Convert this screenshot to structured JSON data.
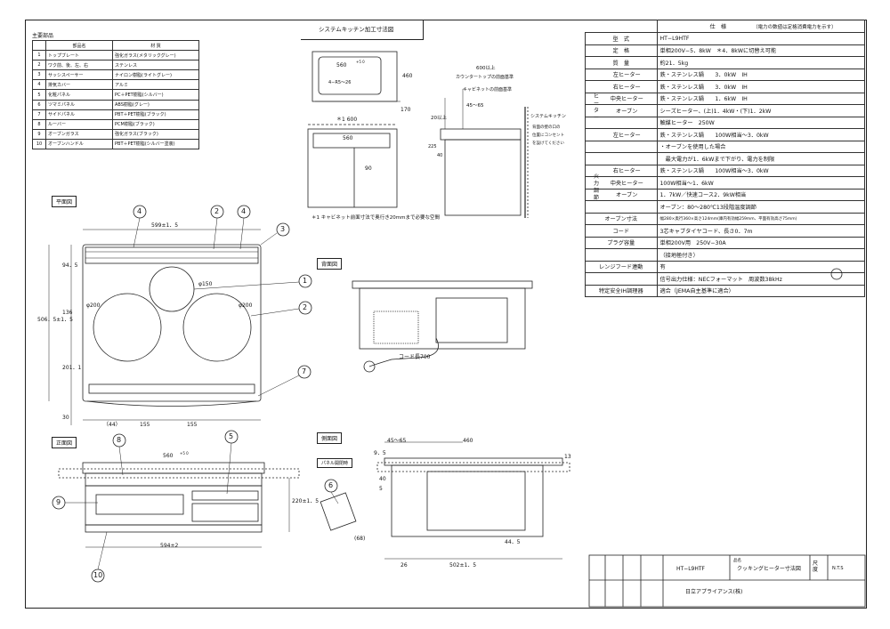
{
  "parts": {
    "title": "主要部品",
    "headers": [
      "",
      "部品名",
      "材 質"
    ],
    "rows": [
      [
        "1",
        "トップブレート",
        "強化ガラス(メタリックグレー)"
      ],
      [
        "2",
        "ワク前、後、左、右",
        "ステンレス"
      ],
      [
        "3",
        "サッシスペーサー",
        "ナイロン樹脂(ライトグレー)"
      ],
      [
        "4",
        "排気カバー",
        "アルミ"
      ],
      [
        "5",
        "化粧パネル",
        "PC＋PET樹脂(シルバー)"
      ],
      [
        "6",
        "ツマミパネル",
        "ABS樹脂(グレー)"
      ],
      [
        "7",
        "サイドパネル",
        "PBT＋PET樹脂(ブラック)"
      ],
      [
        "8",
        "ルーバー",
        "PCM樹脂(ブラック)"
      ],
      [
        "9",
        "オーブンガラス",
        "強化ガラス(ブラック)"
      ],
      [
        "10",
        "オーブンハンドル",
        "PBT＋PET樹脂(シルバー塗装)"
      ]
    ]
  },
  "kitchen": {
    "title": "システムキッチン加工寸法図",
    "w560": "560",
    "tol": "+5 0",
    "r": "4−R5〜26",
    "h460": "460",
    "d1600": "＊1 600",
    "d170": "170",
    "d560b": "560",
    "d90": "90",
    "note": "＊1 キャビネット前面寸法で奥行き20mmまで必要な空間",
    "d600": "600以上",
    "counter": "カウンタートップの前面基準",
    "cabinet": "キャビネットの前面基準",
    "d4565": "45〜65",
    "d20": "20以上",
    "syskit": "システムキッチン",
    "outlet1": "背面の壁の口の",
    "outlet2": "位置にコンセント",
    "outlet3": "を設けてください",
    "d225": "225",
    "d40": "40"
  },
  "specs": {
    "header": "仕　様",
    "header_note": "（電力の数値は定格消費電力を示す）",
    "rows": [
      {
        "k": "型　式",
        "v": "HT−L9HTF"
      },
      {
        "k": "定　格",
        "v": "単相200V−5．8kW　＊4．8kWに切替え可能"
      },
      {
        "k": "質　量",
        "v": "約21．5kg"
      },
      {
        "k": "左ヒーター",
        "v": "鉄・ステンレス鍋　　3．0kW　IH"
      },
      {
        "k": "右ヒーター",
        "v": "鉄・ステンレス鍋　　3．0kW　IH"
      },
      {
        "k": "中央ヒーター",
        "v": "鉄・ステンレス鍋　　1．6kW　IH"
      },
      {
        "k": "オーブン",
        "v": "シーズヒーター、(上)1．4kW・(下)1．2kW"
      },
      {
        "k": "",
        "v": "触媒ヒーター　250W"
      },
      {
        "k": "左ヒーター",
        "v": "鉄・ステンレス鍋　　100W相当〜3．0kW"
      },
      {
        "k": "",
        "v": "・オーブンを使用した場合"
      },
      {
        "k": "",
        "v": "　最大電力が1．6kWまで下がり、電力を制限"
      },
      {
        "k": "右ヒーター",
        "v": "鉄・ステンレス鍋　　100W相当〜3．0kW"
      },
      {
        "k": "中央ヒーター",
        "v": "100W相当〜1．6kW"
      },
      {
        "k": "オーブン",
        "v": "1．7kW／快速コース2．9kW相当"
      },
      {
        "k": "",
        "v": "オーブン：80〜280℃13段階温度調節"
      },
      {
        "k": "オーブン寸法",
        "v": "幅280×奥行360×高さ124mm(庫内有効幅259mm、平面有効高さ75mm)"
      },
      {
        "k": "コード",
        "v": "3芯キャブタイヤコード、長さ0．7m"
      },
      {
        "k": "プラグ容量",
        "v": "単相200V用　250V−30A"
      },
      {
        "k": "",
        "v": "（接地極付き）"
      },
      {
        "k": "レンジフード連動",
        "v": "有"
      },
      {
        "k": "",
        "v": "信号出力仕様：NECフォーマット　周波数38kHz"
      },
      {
        "k": "特定安全IH調理器",
        "v": "適合（JEMA自主基準に適合）"
      }
    ],
    "group_heater": "ヒーター",
    "group_fire": "火力調節"
  },
  "plan": {
    "title": "平面図",
    "w599": "599±1．5",
    "d150": "φ150",
    "d200l": "φ200",
    "d200r": "φ200",
    "h506": "506．5±1．5",
    "h94": "94．5",
    "h136": "136",
    "h201": "201．1",
    "h30": "30",
    "b44": "（44）",
    "b155a": "155",
    "b155b": "155"
  },
  "back": {
    "title": "背面図",
    "cord": "コード長700"
  },
  "front": {
    "title": "正面図",
    "w560": "560",
    "tol": "+5 0",
    "h220": "220±1．5",
    "w594": "594±2"
  },
  "side": {
    "title": "側面図",
    "panel": "パネル開閉時",
    "d4565": "45〜65",
    "d460": "460",
    "d95": "9．5",
    "d13": "13",
    "d40": "40",
    "d5": "5",
    "d68": "(68)",
    "d445": "44．5",
    "d26": "26",
    "d502": "502±1．5"
  },
  "balloons": {
    "b1": "1",
    "b2": "2",
    "b3": "3",
    "b4": "4",
    "b5": "5",
    "b6": "6",
    "b7": "7",
    "b8": "8",
    "b9": "9",
    "b10": "10"
  },
  "titleblock": {
    "model": "HT−L9HTF",
    "label": "品名",
    "name": "クッキングヒーター寸法図",
    "scale_label": "尺度",
    "scale": "N.T.S",
    "company": "日立アプライアンス(株)"
  }
}
